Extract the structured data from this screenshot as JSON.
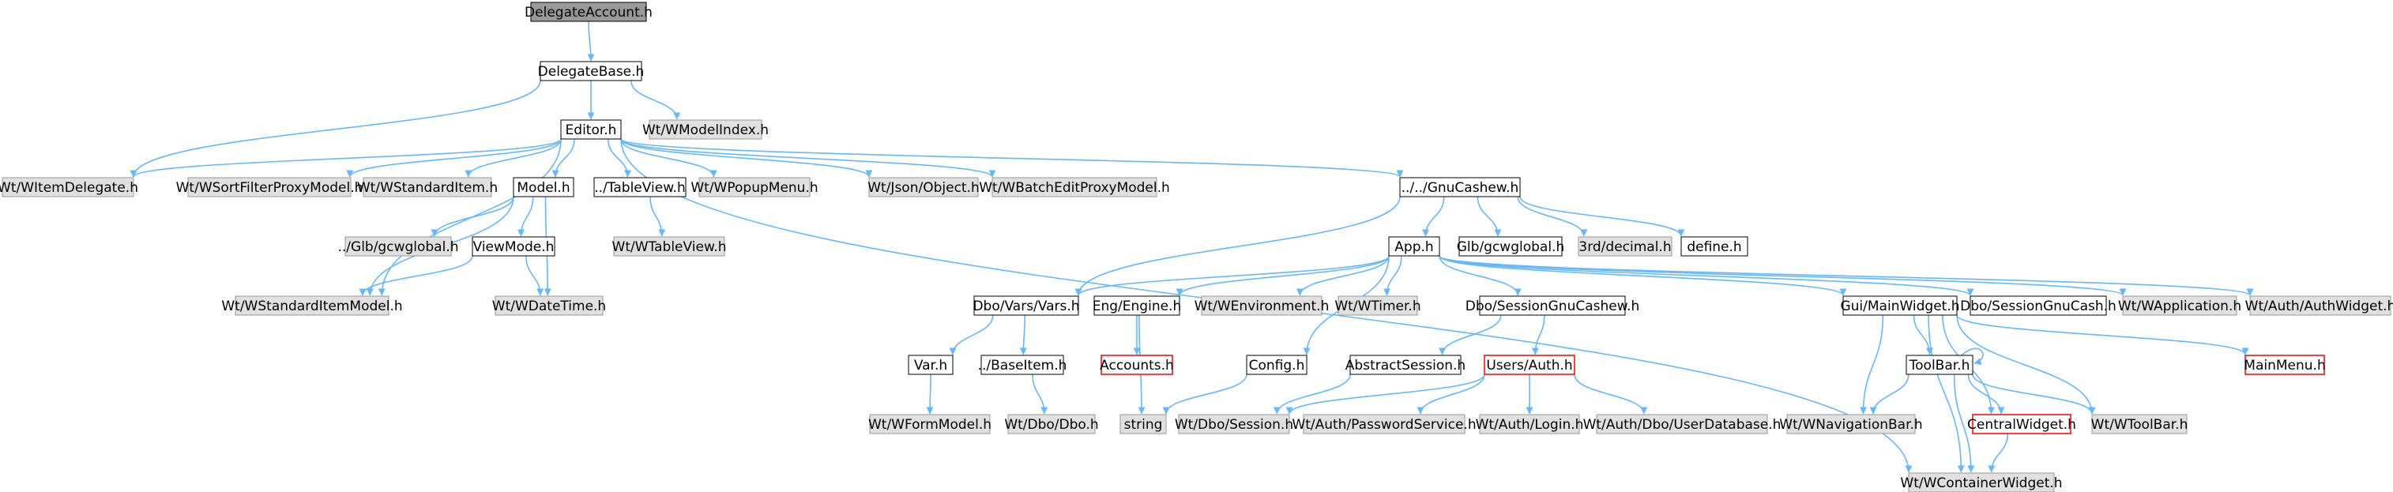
{
  "diagram": {
    "colors": {
      "root_fill": "#999999",
      "internal_fill": "#ffffff",
      "internal_stroke": "#000000",
      "system_fill": "#e0e0e0",
      "system_stroke": "#999999",
      "missing_stroke": "#ff0000",
      "edge": "#63b8ff"
    },
    "nodes": [
      {
        "id": "delegateaccount",
        "label": "DelegateAccount.h",
        "kind": "root"
      },
      {
        "id": "delegatebase",
        "label": "DelegateBase.h",
        "kind": "internal"
      },
      {
        "id": "witemdelegate",
        "label": "Wt/WItemDelegate.h",
        "kind": "system"
      },
      {
        "id": "editor",
        "label": "Editor.h",
        "kind": "internal"
      },
      {
        "id": "wmodelindex",
        "label": "Wt/WModelIndex.h",
        "kind": "system"
      },
      {
        "id": "wsortfilter",
        "label": "Wt/WSortFilterProxyModel.h",
        "kind": "system"
      },
      {
        "id": "wstandarditem",
        "label": "Wt/WStandardItem.h",
        "kind": "system"
      },
      {
        "id": "model",
        "label": "Model.h",
        "kind": "internal"
      },
      {
        "id": "tableview",
        "label": "../TableView.h",
        "kind": "internal"
      },
      {
        "id": "wpopupmenu",
        "label": "Wt/WPopupMenu.h",
        "kind": "system"
      },
      {
        "id": "jsonobject",
        "label": "Wt/Json/Object.h",
        "kind": "system"
      },
      {
        "id": "wbatchedit",
        "label": "Wt/WBatchEditProxyModel.h",
        "kind": "system"
      },
      {
        "id": "gnucashew",
        "label": "../../GnuCashew.h",
        "kind": "internal"
      },
      {
        "id": "glbgcwglobal",
        "label": "../Glb/gcwglobal.h",
        "kind": "system"
      },
      {
        "id": "viewmode",
        "label": "ViewMode.h",
        "kind": "internal"
      },
      {
        "id": "wtableview",
        "label": "Wt/WTableView.h",
        "kind": "system"
      },
      {
        "id": "wstandarditemmodel",
        "label": "Wt/WStandardItemModel.h",
        "kind": "system"
      },
      {
        "id": "wdatetime",
        "label": "Wt/WDateTime.h",
        "kind": "system"
      },
      {
        "id": "app",
        "label": "App.h",
        "kind": "internal"
      },
      {
        "id": "glbgcw2",
        "label": "Glb/gcwglobal.h",
        "kind": "internal"
      },
      {
        "id": "decimal",
        "label": "3rd/decimal.h",
        "kind": "system"
      },
      {
        "id": "define",
        "label": "define.h",
        "kind": "internal"
      },
      {
        "id": "dbovars",
        "label": "Dbo/Vars/Vars.h",
        "kind": "internal"
      },
      {
        "id": "engengine",
        "label": "Eng/Engine.h",
        "kind": "internal"
      },
      {
        "id": "wenvironment",
        "label": "Wt/WEnvironment.h",
        "kind": "system"
      },
      {
        "id": "wtimer",
        "label": "Wt/WTimer.h",
        "kind": "system"
      },
      {
        "id": "dbosessiongnucashew",
        "label": "Dbo/SessionGnuCashew.h",
        "kind": "internal"
      },
      {
        "id": "guimainwidget",
        "label": "Gui/MainWidget.h",
        "kind": "internal"
      },
      {
        "id": "dbosessiongnucash",
        "label": "Dbo/SessionGnuCash.h",
        "kind": "internal"
      },
      {
        "id": "wapplication",
        "label": "Wt/WApplication.h",
        "kind": "system"
      },
      {
        "id": "authwidget",
        "label": "Wt/Auth/AuthWidget.h",
        "kind": "system"
      },
      {
        "id": "varh",
        "label": "Var.h",
        "kind": "internal"
      },
      {
        "id": "baseitem",
        "label": "../BaseItem.h",
        "kind": "internal"
      },
      {
        "id": "accounts",
        "label": "Accounts.h",
        "kind": "missing"
      },
      {
        "id": "config",
        "label": "Config.h",
        "kind": "internal"
      },
      {
        "id": "abstractsession",
        "label": "AbstractSession.h",
        "kind": "internal"
      },
      {
        "id": "usersauth",
        "label": "Users/Auth.h",
        "kind": "missing"
      },
      {
        "id": "toolbar",
        "label": "ToolBar.h",
        "kind": "internal"
      },
      {
        "id": "mainmenu",
        "label": "MainMenu.h",
        "kind": "missing"
      },
      {
        "id": "wformmodel",
        "label": "Wt/WFormModel.h",
        "kind": "system"
      },
      {
        "id": "wtdbodbo",
        "label": "Wt/Dbo/Dbo.h",
        "kind": "system"
      },
      {
        "id": "string",
        "label": "string",
        "kind": "system"
      },
      {
        "id": "wtdbosession",
        "label": "Wt/Dbo/Session.h",
        "kind": "system"
      },
      {
        "id": "passwordservice",
        "label": "Wt/Auth/PasswordService.h",
        "kind": "system"
      },
      {
        "id": "authlogin",
        "label": "Wt/Auth/Login.h",
        "kind": "system"
      },
      {
        "id": "userdatabase",
        "label": "Wt/Auth/Dbo/UserDatabase.h",
        "kind": "system"
      },
      {
        "id": "wnavigationbar",
        "label": "Wt/WNavigationBar.h",
        "kind": "system"
      },
      {
        "id": "centralwidget",
        "label": "CentralWidget.h",
        "kind": "missing"
      },
      {
        "id": "wtoolbar",
        "label": "Wt/WToolBar.h",
        "kind": "system"
      },
      {
        "id": "wcontainerwidget",
        "label": "Wt/WContainerWidget.h",
        "kind": "system"
      }
    ],
    "edges": [
      [
        "delegateaccount",
        "delegatebase"
      ],
      [
        "delegatebase",
        "witemdelegate"
      ],
      [
        "delegatebase",
        "editor"
      ],
      [
        "delegatebase",
        "wmodelindex"
      ],
      [
        "editor",
        "witemdelegate"
      ],
      [
        "editor",
        "wsortfilter"
      ],
      [
        "editor",
        "wstandarditem"
      ],
      [
        "editor",
        "model"
      ],
      [
        "editor",
        "tableview"
      ],
      [
        "editor",
        "wpopupmenu"
      ],
      [
        "editor",
        "jsonobject"
      ],
      [
        "editor",
        "wbatchedit"
      ],
      [
        "editor",
        "gnucashew"
      ],
      [
        "editor",
        "wstandarditemmodel"
      ],
      [
        "editor",
        "wcontainerwidget"
      ],
      [
        "model",
        "glbgcwglobal"
      ],
      [
        "model",
        "viewmode"
      ],
      [
        "model",
        "wstandarditemmodel"
      ],
      [
        "model",
        "wdatetime"
      ],
      [
        "viewmode",
        "wstandarditemmodel"
      ],
      [
        "viewmode",
        "wdatetime"
      ],
      [
        "tableview",
        "wtableview"
      ],
      [
        "gnucashew",
        "app"
      ],
      [
        "gnucashew",
        "glbgcw2"
      ],
      [
        "gnucashew",
        "decimal"
      ],
      [
        "gnucashew",
        "define"
      ],
      [
        "gnucashew",
        "dbovars"
      ],
      [
        "app",
        "dbovars"
      ],
      [
        "app",
        "engengine"
      ],
      [
        "app",
        "wenvironment"
      ],
      [
        "app",
        "wtimer"
      ],
      [
        "app",
        "dbosessiongnucashew"
      ],
      [
        "app",
        "guimainwidget"
      ],
      [
        "app",
        "dbosessiongnucash"
      ],
      [
        "app",
        "wapplication"
      ],
      [
        "app",
        "authwidget"
      ],
      [
        "app",
        "config"
      ],
      [
        "dbovars",
        "varh"
      ],
      [
        "dbovars",
        "baseitem"
      ],
      [
        "varh",
        "wformmodel"
      ],
      [
        "baseitem",
        "wtdbodbo"
      ],
      [
        "engengine",
        "accounts"
      ],
      [
        "engengine",
        "string"
      ],
      [
        "config",
        "string"
      ],
      [
        "dbosessiongnucashew",
        "abstractsession"
      ],
      [
        "dbosessiongnucashew",
        "usersauth"
      ],
      [
        "abstractsession",
        "wtdbosession"
      ],
      [
        "usersauth",
        "wtdbosession"
      ],
      [
        "usersauth",
        "passwordservice"
      ],
      [
        "usersauth",
        "authlogin"
      ],
      [
        "usersauth",
        "userdatabase"
      ],
      [
        "guimainwidget",
        "toolbar"
      ],
      [
        "guimainwidget",
        "mainmenu"
      ],
      [
        "guimainwidget",
        "wnavigationbar"
      ],
      [
        "guimainwidget",
        "centralwidget"
      ],
      [
        "guimainwidget",
        "wtoolbar"
      ],
      [
        "guimainwidget",
        "wcontainerwidget"
      ],
      [
        "toolbar",
        "toolbar"
      ],
      [
        "toolbar",
        "wnavigationbar"
      ],
      [
        "toolbar",
        "centralwidget"
      ],
      [
        "toolbar",
        "wtoolbar"
      ],
      [
        "toolbar",
        "wcontainerwidget"
      ],
      [
        "centralwidget",
        "wcontainerwidget"
      ]
    ]
  }
}
